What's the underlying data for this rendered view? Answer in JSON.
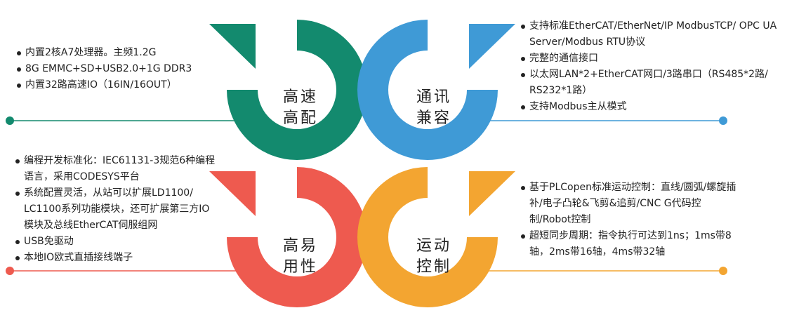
{
  "colors": {
    "q1": "#138a6e",
    "q2": "#3f9ad6",
    "q3": "#ee5a4f",
    "q4": "#f3a531"
  },
  "quadrants": [
    {
      "number": "1",
      "title_line1": "高速",
      "title_line2": "高配",
      "bullets": [
        "内置2核A7处理器。主频1.2G",
        "8G EMMC+SD+USB2.0+1G DDR3",
        "内置32路高速IO（16IN/16OUT）"
      ]
    },
    {
      "number": "2",
      "title_line1": "通讯",
      "title_line2": "兼容",
      "bullets": [
        "支持标准EtherCAT/EtherNet/IP ModbusTCP/ OPC UA Server/Modbus RTU协议",
        "完整的通信接口",
        "以太网LAN*2+EtherCAT网口/3路串口（RS485*2路/ RS232*1路）",
        "支持Modbus主从模式"
      ]
    },
    {
      "number": "3",
      "title_line1": "高易",
      "title_line2": "用性",
      "bullets": [
        "编程开发标准化：IEC61131-3规范6种编程语言，采用CODESYS平台",
        "系统配置灵活，从站可以扩展LD1100/ LC1100系列功能模块，还可扩展第三方IO模块及总线EtherCAT伺服组网",
        "USB免驱动",
        "本地IO欧式直插接线端子"
      ]
    },
    {
      "number": "4",
      "title_line1": "运动",
      "title_line2": "控制",
      "bullets": [
        "基于PLCopen标准运动控制：直线/圆弧/螺旋插补/电子凸轮&飞剪&追剪/CNC G代码控制/Robot控制",
        "超短同步周期：指令执行可达到1ns；1ms带8轴，2ms带16轴，4ms带32轴"
      ]
    }
  ]
}
